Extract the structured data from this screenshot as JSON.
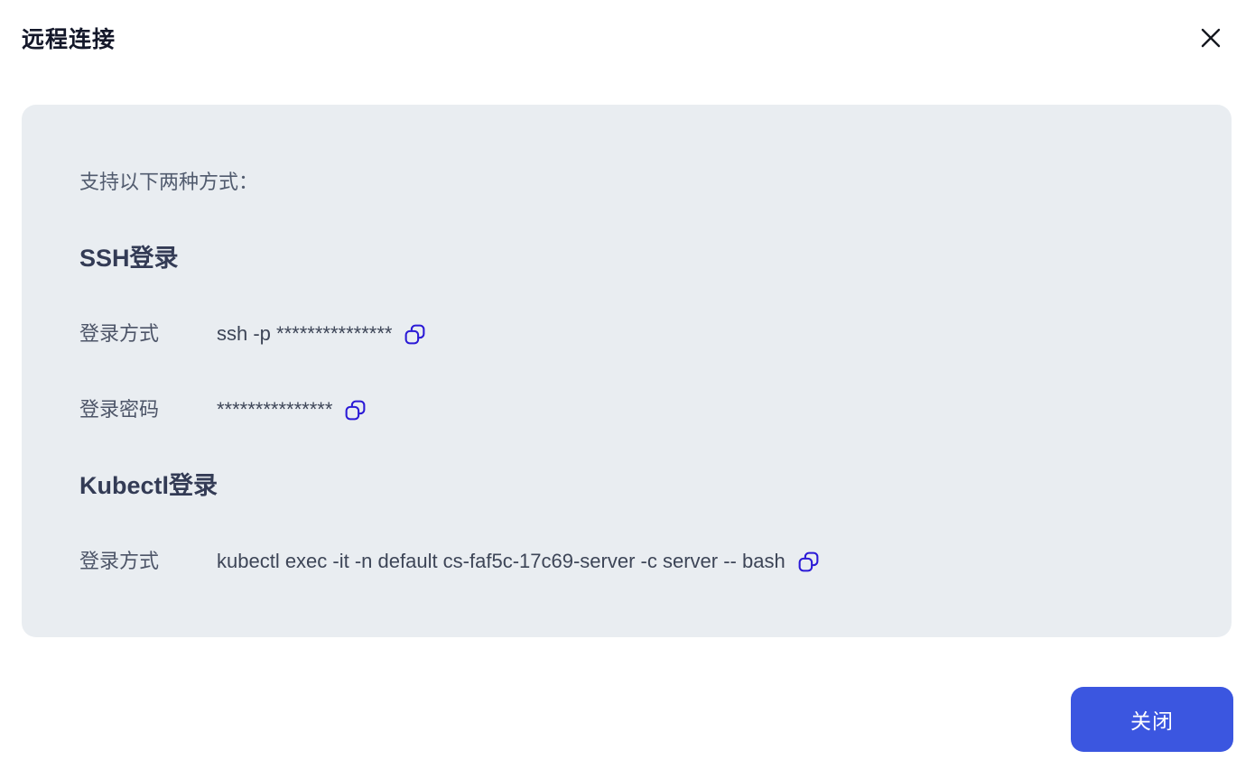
{
  "dialog": {
    "title": "远程连接",
    "close_icon": "x-icon"
  },
  "panel": {
    "intro": "支持以下两种方式：",
    "sections": [
      {
        "heading": "SSH登录",
        "rows": [
          {
            "label": "登录方式",
            "value": "ssh -p ***************",
            "copy_icon": "copy-icon"
          },
          {
            "label": "登录密码",
            "value": "***************",
            "copy_icon": "copy-icon"
          }
        ]
      },
      {
        "heading": "Kubectl登录",
        "rows": [
          {
            "label": "登录方式",
            "value": "kubectl exec -it -n default cs-faf5c-17c69-server -c server -- bash",
            "copy_icon": "copy-icon"
          }
        ]
      }
    ]
  },
  "footer": {
    "close_label": "关闭"
  },
  "colors": {
    "accent_button": "#3b56e0",
    "copy_icon": "#2b1ad6",
    "panel_background": "#e9edf1",
    "title_text": "#14182a",
    "heading_text": "#333b55",
    "label_text": "#4d5568",
    "value_text": "#3d4557"
  }
}
